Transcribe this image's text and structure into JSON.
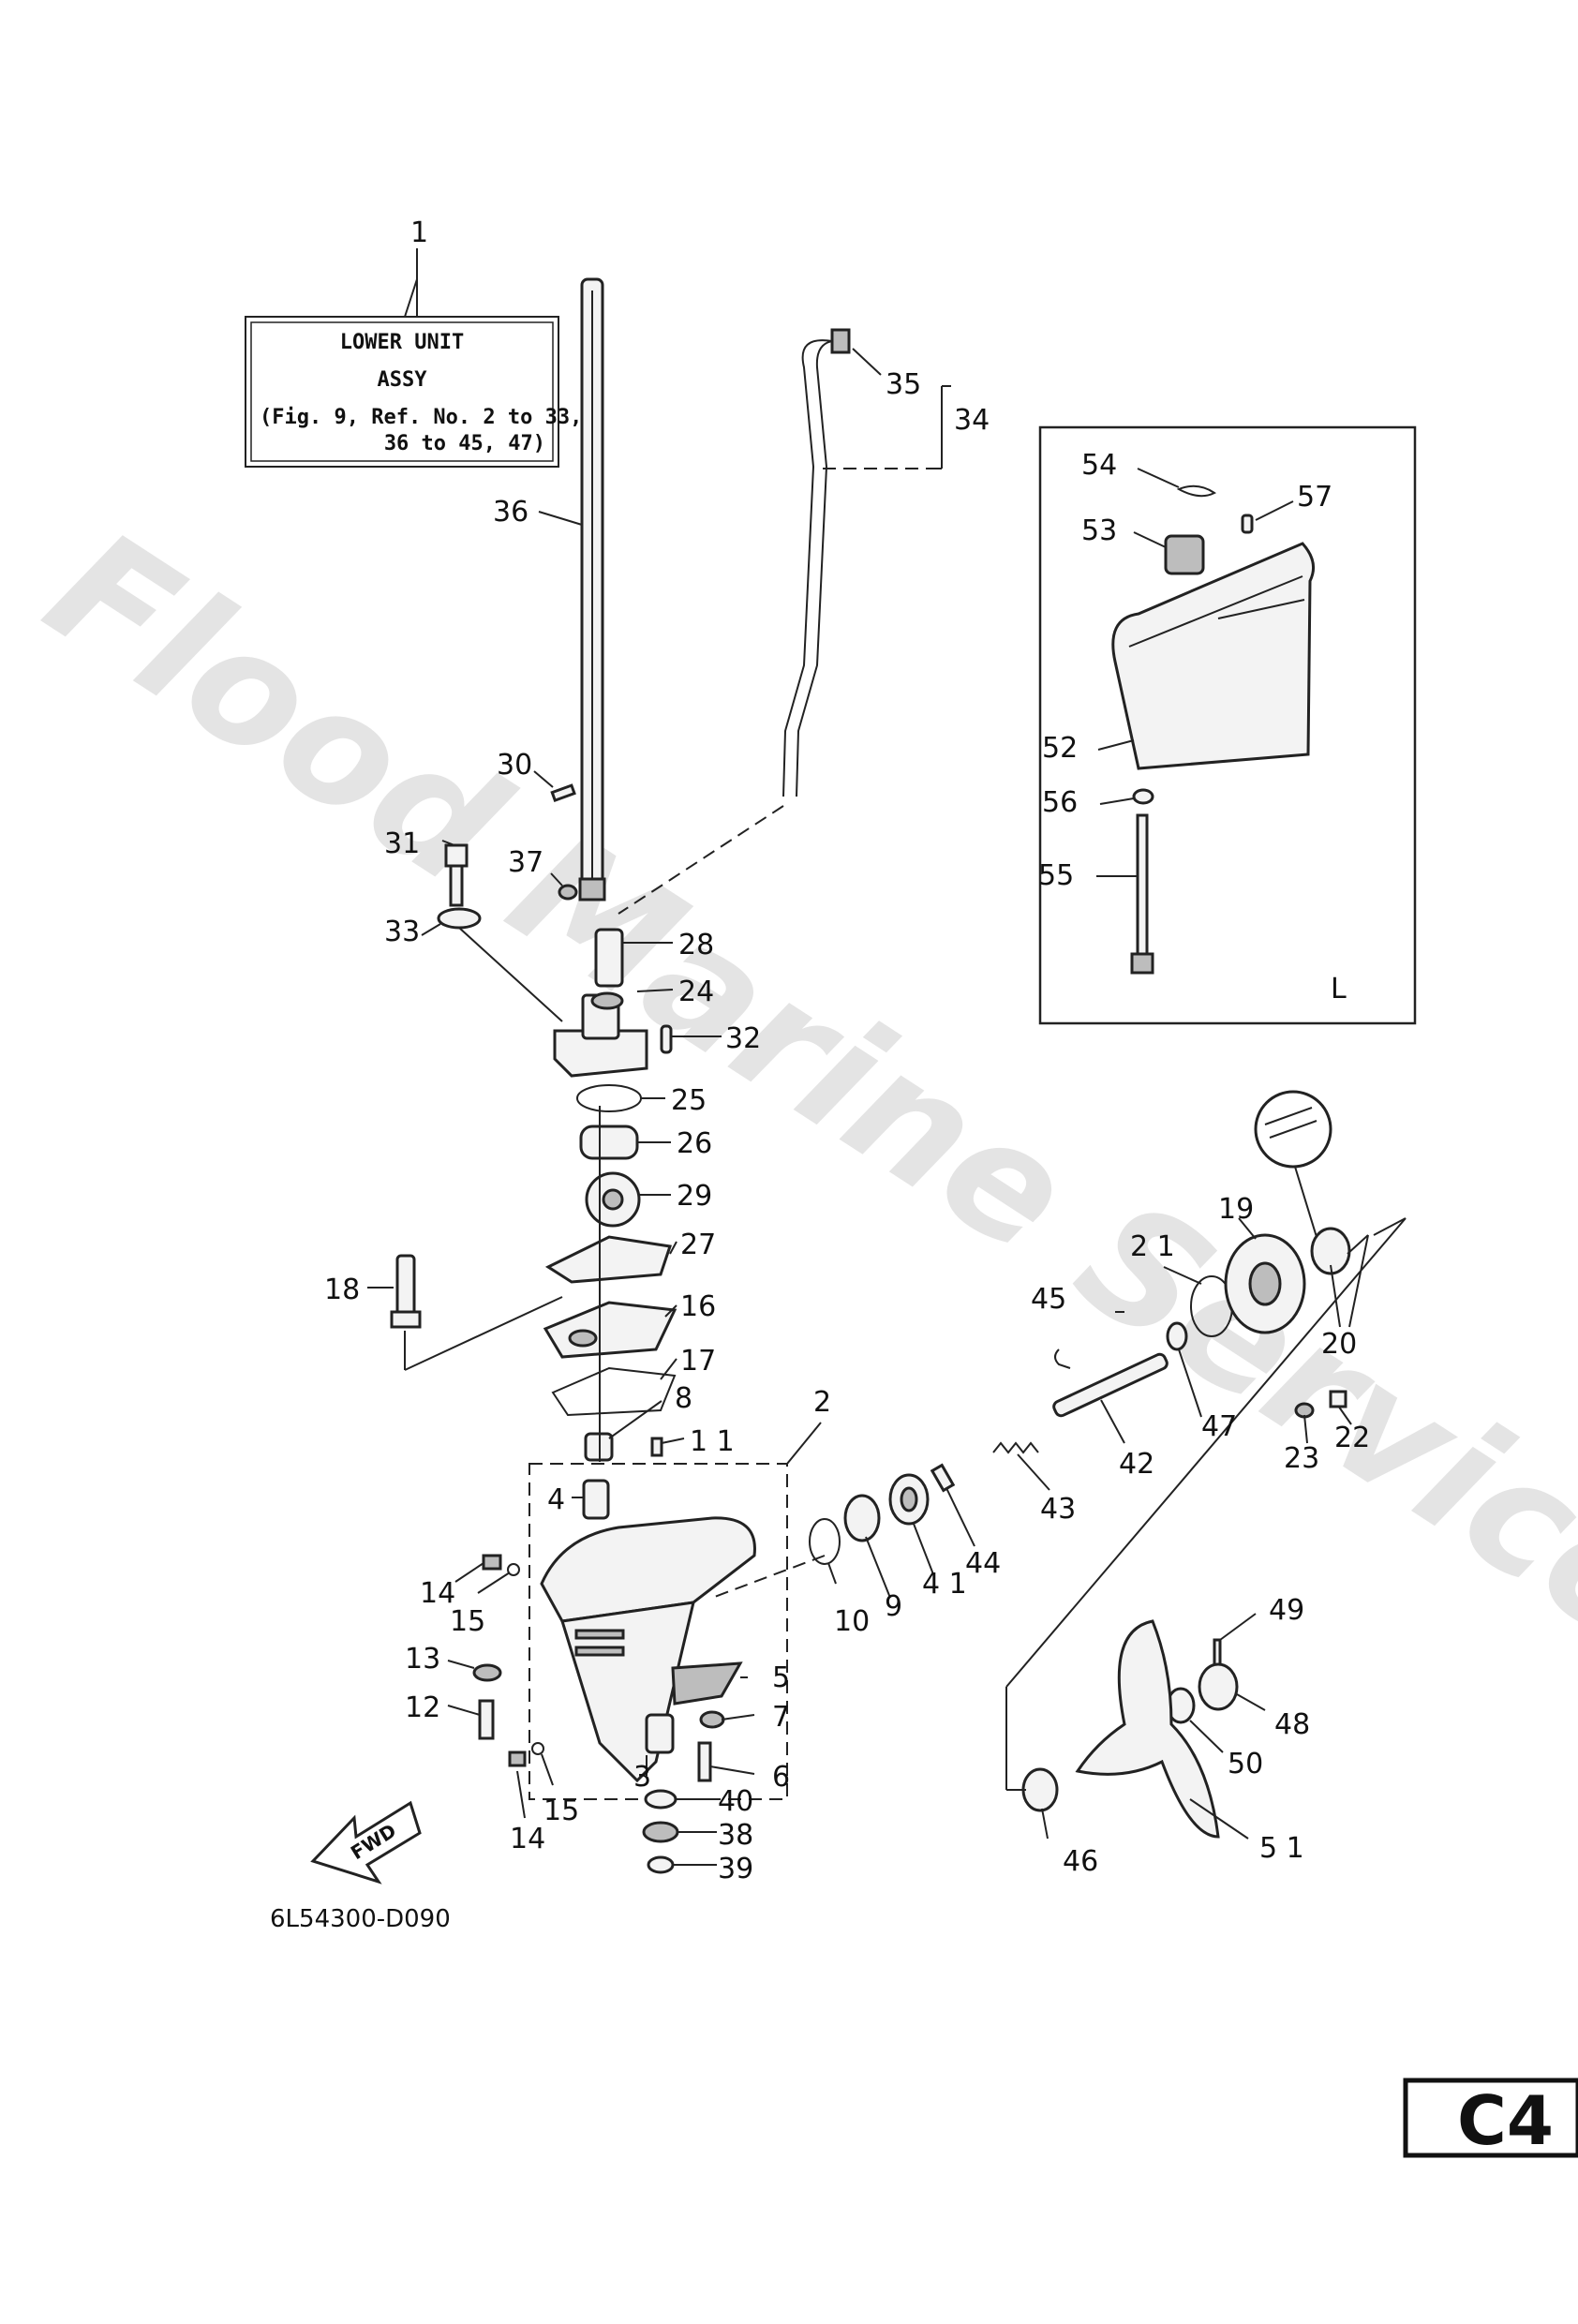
{
  "watermark": "Flood Marine Services",
  "assy_box": {
    "line1": "LOWER UNIT",
    "line2": "ASSY",
    "line3": "(Fig. 9, Ref. No. 2 to 33,",
    "line4": "36 to 45, 47)"
  },
  "drawing_code": "6L54300-D090",
  "page_id": "C4",
  "fwd_label": "FWD",
  "inset_label": "L",
  "callouts": {
    "c1": "1",
    "c2": "2",
    "c3": "3",
    "c4": "4",
    "c5": "5",
    "c6": "6",
    "c7": "7",
    "c8": "8",
    "c9": "9",
    "c10": "10",
    "c11": "1 1",
    "c12": "12",
    "c13": "13",
    "c14a": "14",
    "c14b": "14",
    "c15a": "15",
    "c15b": "15",
    "c16": "16",
    "c17": "17",
    "c18": "18",
    "c19": "19",
    "c20": "20",
    "c21": "2 1",
    "c22": "22",
    "c23": "23",
    "c24": "24",
    "c25": "25",
    "c26": "26",
    "c27": "27",
    "c28": "28",
    "c29": "29",
    "c30": "30",
    "c31": "31",
    "c32": "32",
    "c33": "33",
    "c34": "34",
    "c35": "35",
    "c36": "36",
    "c37": "37",
    "c38": "38",
    "c39": "39",
    "c40": "40",
    "c41": "4 1",
    "c42": "42",
    "c43": "43",
    "c44": "44",
    "c45": "45",
    "c46": "46",
    "c47": "47",
    "c48": "48",
    "c49": "49",
    "c50": "50",
    "c51": "5 1",
    "c52": "52",
    "c53": "53",
    "c54": "54",
    "c55": "55",
    "c56": "56",
    "c57": "57"
  }
}
